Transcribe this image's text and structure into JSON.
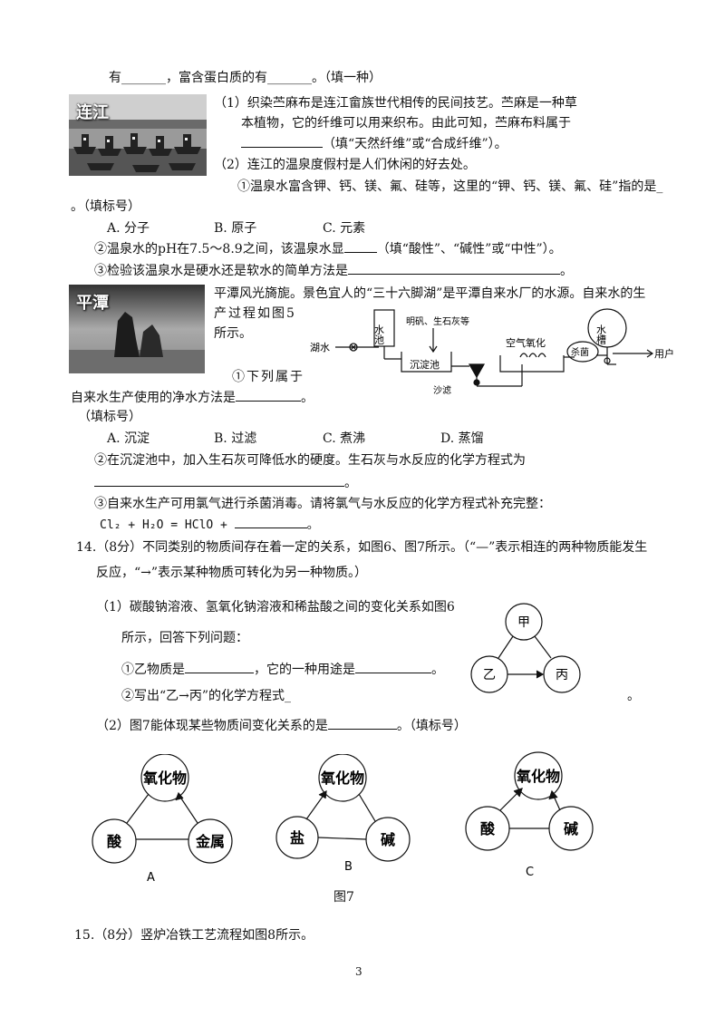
{
  "lines": {
    "l1": "有_______，富含蛋白质的有_______。（填一种）",
    "l2": "（1）织染苎麻布是连江畲族世代相传的民间技艺。苎麻是一种草",
    "l3": "本植物，它的纤维可以用来织布。由此可知，苎麻布料属于",
    "l4": "（填“天然纤维”或“合成纤维”）。",
    "l5": "（2）连江的温泉度假村是人们休闲的好去处。",
    "l6": "①温泉水富含钾、钙、镁、氟、硅等，这里的“钾、钙、镁、氟、硅”指的是_",
    "l7": "。（填标号）",
    "l8_a": "A. 分子",
    "l8_b": "B. 原子",
    "l8_c": "C. 元素",
    "l9a": "②温泉水的pH在7.5～8.9之间，该温泉水显",
    "l9b": "（填“酸性”、“碱性”或“中性”）。",
    "l10": "③检验该温泉水是硬水还是软水的简单方法是",
    "l11": "平潭风光旖旎。景色宜人的“三十六脚湖”是平潭自来水厂的水源。自来水的生",
    "l12": "产过程如图5",
    "l13": "所示。",
    "l14": "①下列属于",
    "l15": "自来水生产使用的净水方法是",
    "l16": "（填标号）",
    "l17_a": "A. 沉淀",
    "l17_b": "B. 过滤",
    "l17_c": "C. 煮沸",
    "l17_d": "D. 蒸馏",
    "l18": "②在沉淀池中，加入生石灰可降低水的硬度。生石灰与水反应的化学方程式为",
    "l19_end": "。",
    "l20": "③自来水生产可用氯气进行杀菌消毒。请将氯气与水反应的化学方程式补充完整：",
    "l21": "Cl₂ + H₂O = HClO +",
    "l22": "14.（8分）不同类别的物质间存在着一定的关系，如图6、图7所示。（“—”表示相连的两种物质能发生",
    "l23": "反应，“→”表示某种物质可转化为另一种物质。）",
    "l24": "（1）碳酸钠溶液、氢氧化钠溶液和稀盐酸之间的变化关系如图6",
    "l25": "所示，回答下列问题：",
    "l26a": "①乙物质是",
    "l26b": "，它的一种用途是",
    "l27": "②写出“乙→丙”的化学方程式_",
    "l28a": "（2）图7能体现某些物质间变化关系的是",
    "l28b": "。（填标号）",
    "fig7_caption": "图7",
    "l30": "15.（8分）竖炉冶铁工艺流程如图8所示。",
    "page_num": "3"
  },
  "photos": {
    "lianjiang": "连江",
    "pingtan": "平潭"
  },
  "fig5": {
    "lake_water": "湖水",
    "water_tank": "水池",
    "additives": "明矾、生石灰等",
    "sediment_pool": "沉淀池",
    "air_oxidation": "空气氧化",
    "sand_filter": "沙滤",
    "sterilize": "杀菌",
    "storage": "水槽",
    "user": "用户"
  },
  "fig6": {
    "top": "甲",
    "left": "乙",
    "right": "丙"
  },
  "fig7": {
    "A": {
      "top": "氧化物",
      "left": "酸",
      "right": "金属",
      "label": "A"
    },
    "B": {
      "top": "氧化物",
      "left": "盐",
      "right": "碱",
      "label": "B"
    },
    "C": {
      "top": "氧化物",
      "left": "酸",
      "right": "碱",
      "label": "C"
    }
  }
}
